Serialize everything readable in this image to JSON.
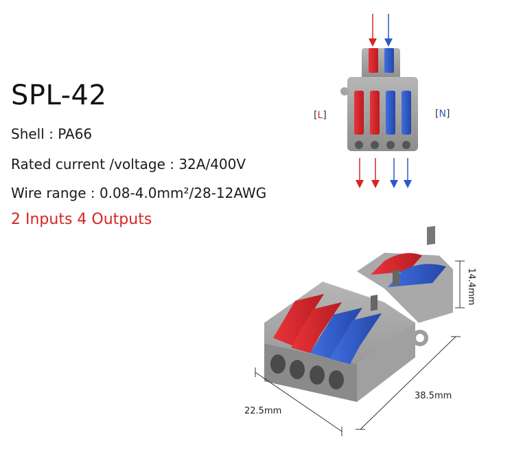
{
  "product": {
    "model": "SPL-42",
    "specs": [
      "Shell : PA66",
      "Rated current /voltage : 32A/400V",
      "Wire range : 0.08-4.0mm²/28-12AWG"
    ],
    "highlight": "2 Inputs 4 Outputs"
  },
  "diagram": {
    "label_l": {
      "open": "[",
      "letter": "L",
      "close": "]"
    },
    "label_n": {
      "open": "[",
      "letter": "N",
      "close": "]"
    }
  },
  "dimensions": {
    "width": "22.5mm",
    "length": "38.5mm",
    "height": "14.4mm"
  },
  "colors": {
    "red": "#d62424",
    "blue": "#2c59c9",
    "shell_gray": "#9a9a9a"
  }
}
